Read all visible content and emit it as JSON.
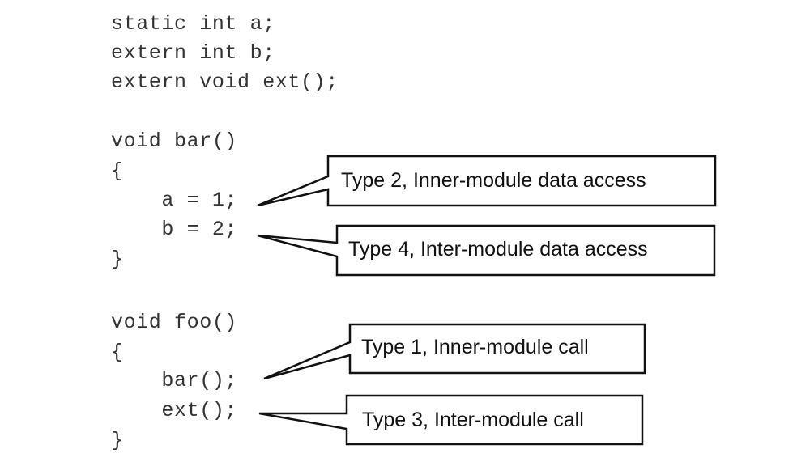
{
  "code_lines": [
    "static int a;",
    "extern int b;",
    "extern void ext();",
    "",
    "void bar()",
    "{",
    "    a = 1;",
    "    b = 2;",
    "}",
    "",
    "void foo()",
    "{",
    "    bar();",
    "    ext();",
    "}"
  ],
  "callouts": [
    {
      "label": "Type 2, Inner-module data access",
      "target_line": "a = 1;"
    },
    {
      "label": "Type 4, Inter-module data access",
      "target_line": "b = 2;"
    },
    {
      "label": "Type 1, Inner-module call",
      "target_line": "bar();"
    },
    {
      "label": "Type 3, Inter-module call",
      "target_line": "ext();"
    }
  ]
}
